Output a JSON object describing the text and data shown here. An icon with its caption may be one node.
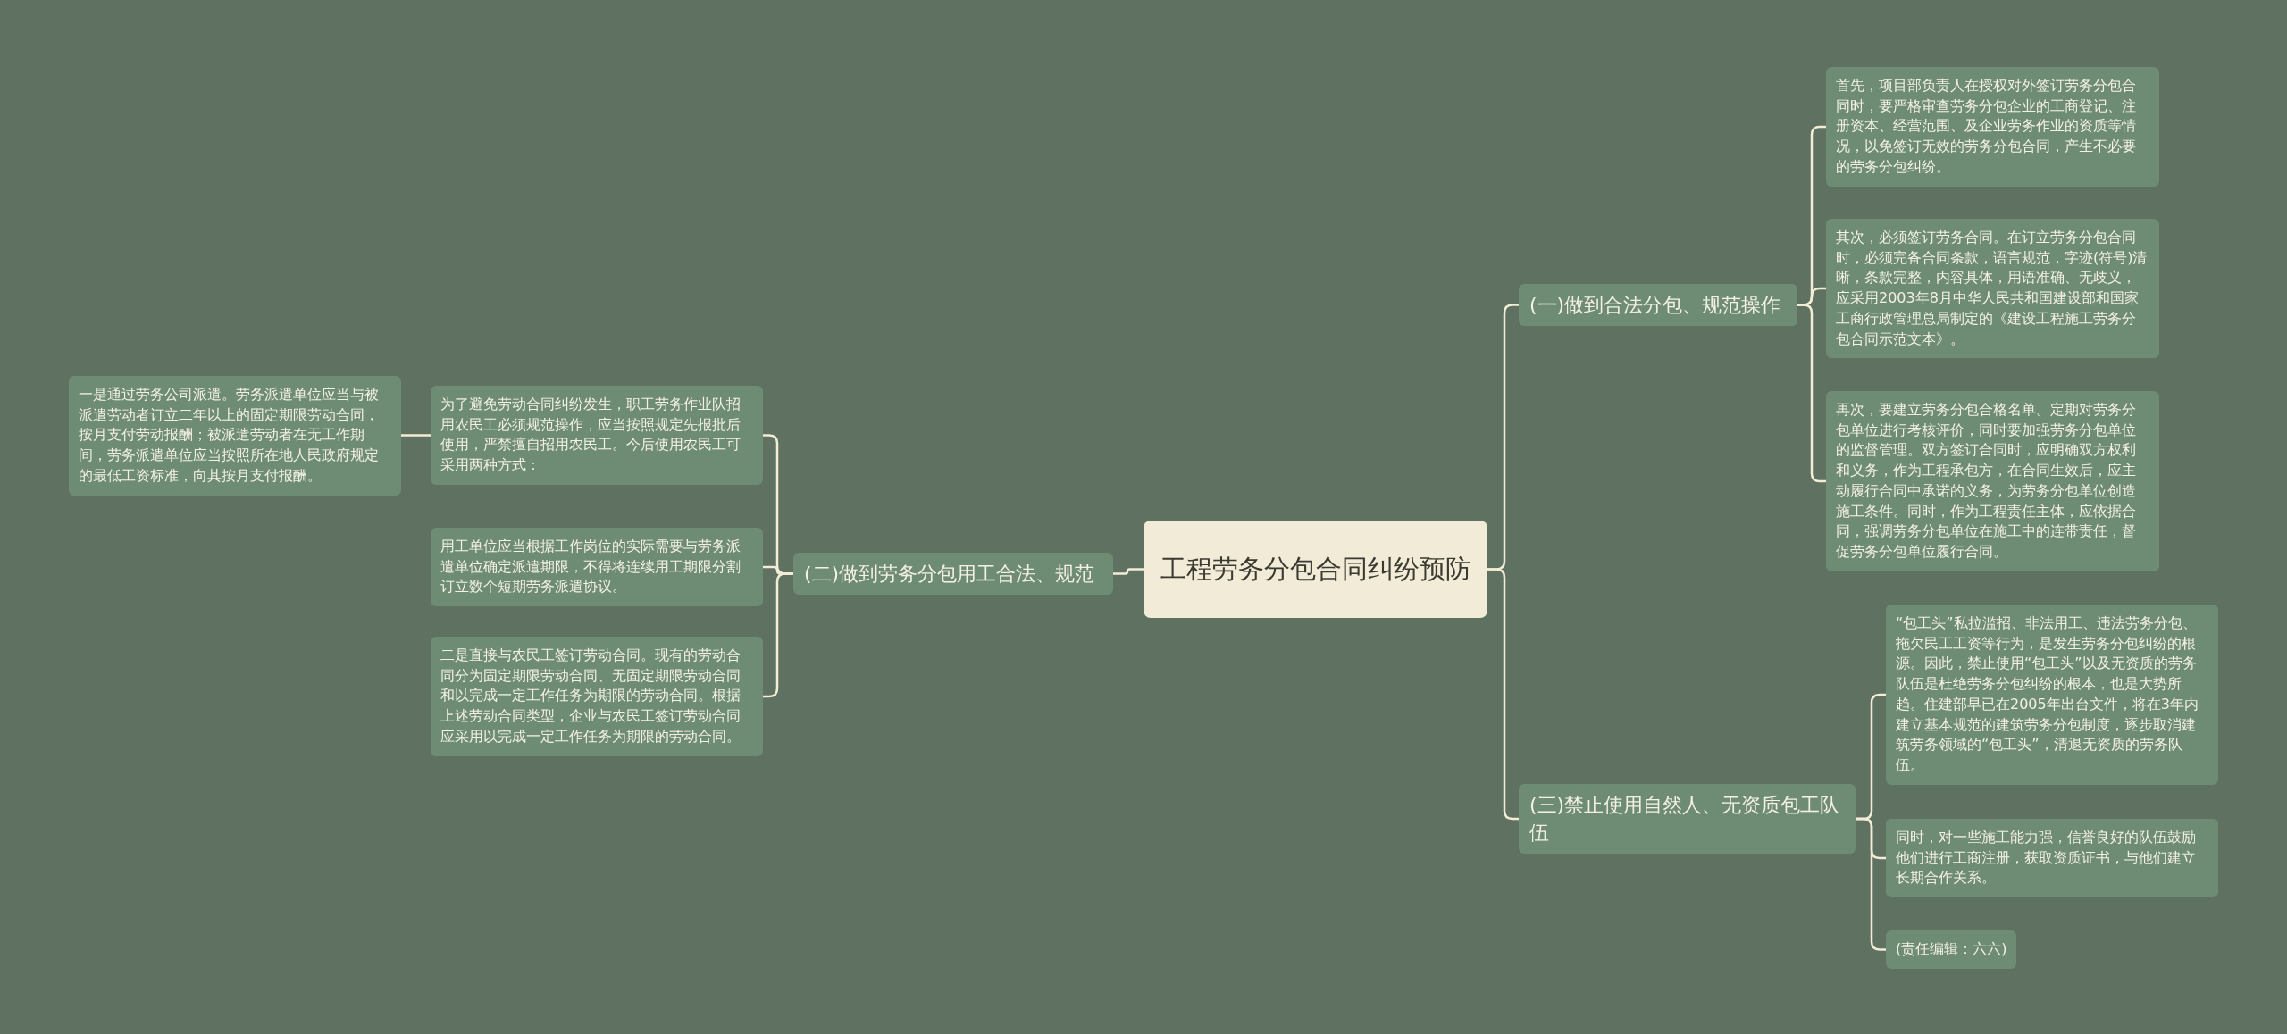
{
  "diagram": {
    "nodes": [
      {
        "text": [
          "工程劳务分包合同纠纷预防"
        ]
      },
      {
        "text": [
          "(一)做到合法分包、规范操作"
        ]
      },
      {
        "text": [
          "首先，项目部负责人在授权对外签订劳务分包合同时，要严格审查劳务分包企业的工商登记、注册资本、经营范围、及企业劳务作业的资质等情况，以免签订无效的劳务分包合同，产生不必要的劳务分包纠纷。"
        ]
      },
      {
        "text": [
          "其次，必须签订劳务合同。在订立劳务分包合同时，必须完备合同条款，语言规范，字迹(符号)清晰，条款完整，内容具体，用语准确、无歧义，应采用2003年8月中华人民共和国建设部和国家工商行政管理总局制定的《建设工程施工劳务分包合同示范文本》。"
        ]
      },
      {
        "text": [
          "再次，要建立劳务分包合格名单。定期对劳务分包单位进行考核评价，同时要加强劳务分包单位的监督管理。双方签订合同时，应明确双方权利和义务，作为工程承包方，在合同生效后，应主动履行合同中承诺的义务，为劳务分包单位创造施工条件。同时，作为工程责任主体，应依据合同，强调劳务分包单位在施工中的连带责任，督促劳务分包单位履行合同。"
        ]
      },
      {
        "text": [
          "(二)做到劳务分包用工合法、规范"
        ]
      },
      {
        "text": [
          "为了避免劳动合同纠纷发生，职工劳务作业队招用农民工必须规范操作，应当按照规定先报批后使用，严禁擅自招用农民工。今后使用农民工可采用两种方式："
        ]
      },
      {
        "text": [
          "一是通过劳务公司派遣。劳务派遣单位应当与被派遣劳动者订立二年以上的固定期限劳动合同，按月支付劳动报酬；被派遣劳动者在无工作期间，劳务派遣单位应当按照所在地人民政府规定的最低工资标准，向其按月支付报酬。"
        ]
      },
      {
        "text": [
          "用工单位应当根据工作岗位的实际需要与劳务派遣单位确定派遣期限，不得将连续用工期限分割订立数个短期劳务派遣协议。"
        ]
      },
      {
        "text": [
          "二是直接与农民工签订劳动合同。现有的劳动合同分为固定期限劳动合同、无固定期限劳动合同和以完成一定工作任务为期限的劳动合同。根据上述劳动合同类型，企业与农民工签订劳动合同应采用以完成一定工作任务为期限的劳动合同。"
        ]
      },
      {
        "text": [
          "(三)禁止使用自然人、无资质包工队伍"
        ]
      },
      {
        "text": [
          "“包工头”私拉滥招、非法用工、违法劳务分包、拖欠民工工资等行为，是发生劳务分包纠纷的根源。因此，禁止使用“包工头”以及无资质的劳务队伍是杜绝劳务分包纠纷的根本，也是大势所趋。住建部早已在2005年出台文件，将在3年内建立基本规范的建筑劳务分包制度，逐步取消建筑劳务领域的“包工头”，清退无资质的劳务队伍。"
        ]
      },
      {
        "text": [
          "同时，对一些施工能力强，信誉良好的队伍鼓励他们进行工商注册，获取资质证书，与他们建立长期合作关系。"
        ]
      },
      {
        "text": [
          "(责任编辑：六六)"
        ]
      }
    ],
    "edges": [
      {
        "from": 0,
        "to": 1,
        "arrow": "none"
      },
      {
        "from": 1,
        "to": 2,
        "arrow": "none"
      },
      {
        "from": 1,
        "to": 3,
        "arrow": "none"
      },
      {
        "from": 1,
        "to": 4,
        "arrow": "none"
      },
      {
        "from": 0,
        "to": 5,
        "arrow": "none"
      },
      {
        "from": 5,
        "to": 6,
        "arrow": "none"
      },
      {
        "from": 6,
        "to": 7,
        "arrow": "none"
      },
      {
        "from": 5,
        "to": 8,
        "arrow": "none"
      },
      {
        "from": 5,
        "to": 9,
        "arrow": "none"
      },
      {
        "from": 0,
        "to": 10,
        "arrow": "none"
      },
      {
        "from": 10,
        "to": 11,
        "arrow": "none"
      },
      {
        "from": 10,
        "to": 12,
        "arrow": "none"
      },
      {
        "from": 10,
        "to": 13,
        "arrow": "none"
      }
    ]
  }
}
